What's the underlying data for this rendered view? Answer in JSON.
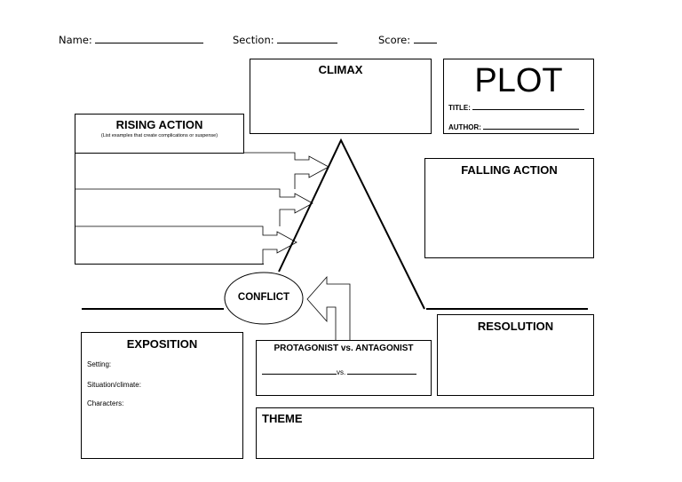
{
  "header": {
    "name_label": "Name:",
    "section_label": "Section:",
    "score_label": "Score:"
  },
  "climax": {
    "title": "CLIMAX"
  },
  "plot": {
    "title": "PLOT",
    "title_label": "TITLE:",
    "author_label": "AUTHOR:"
  },
  "rising_action": {
    "title": "RISING ACTION",
    "subtitle": "(List examples that create complications or suspense)"
  },
  "falling_action": {
    "title": "FALLING ACTION"
  },
  "conflict": {
    "label": "CONFLICT"
  },
  "resolution": {
    "title": "RESOLUTION"
  },
  "exposition": {
    "title": "EXPOSITION",
    "setting_label": "Setting:",
    "situation_label": "Situation/climate:",
    "characters_label": "Characters:"
  },
  "protagonist": {
    "title": "PROTAGONIST vs. ANTAGONIST",
    "vs_label": "vs."
  },
  "theme": {
    "title": "THEME"
  }
}
